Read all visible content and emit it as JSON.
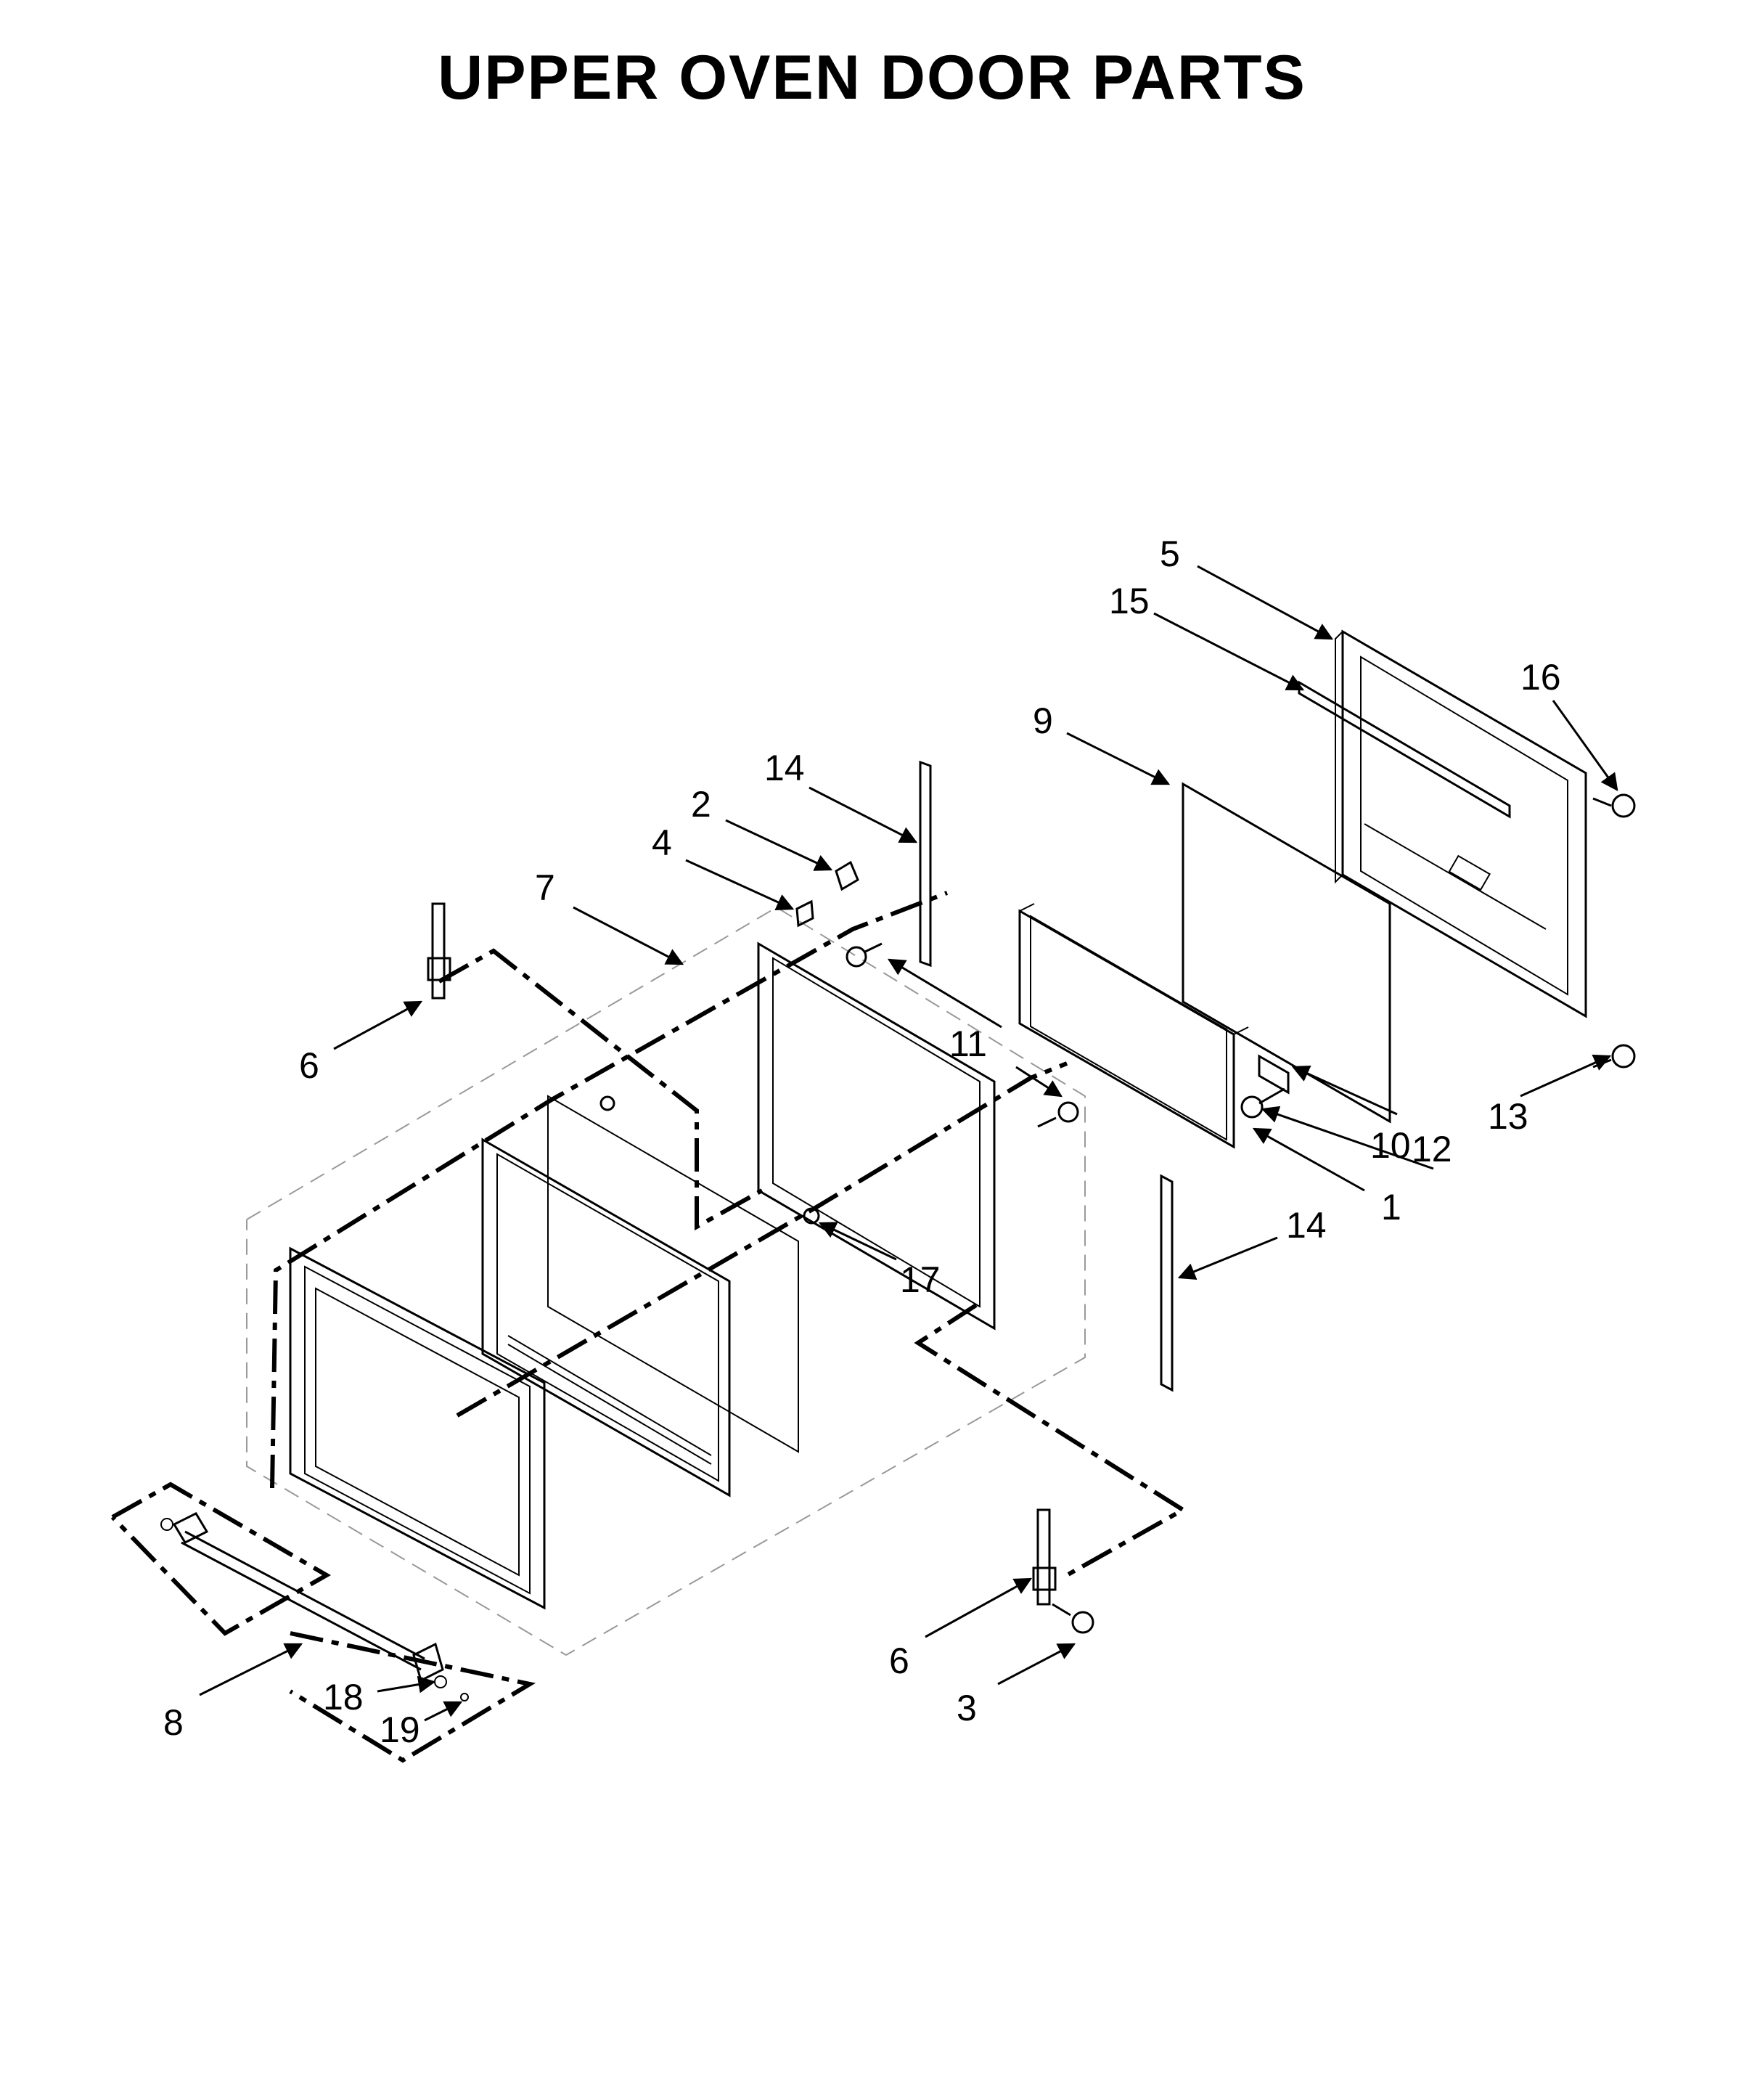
{
  "title": "UPPER OVEN DOOR PARTS",
  "callouts": {
    "c1": "1",
    "c2": "2",
    "c3": "3",
    "c4": "4",
    "c5": "5",
    "c6a": "6",
    "c6b": "6",
    "c7": "7",
    "c8": "8",
    "c9": "9",
    "c10": "10",
    "c11": "11",
    "c12": "12",
    "c13": "13",
    "c14a": "14",
    "c14b": "14",
    "c15": "15",
    "c16": "16",
    "c17": "17",
    "c18": "18",
    "c19": "19"
  }
}
